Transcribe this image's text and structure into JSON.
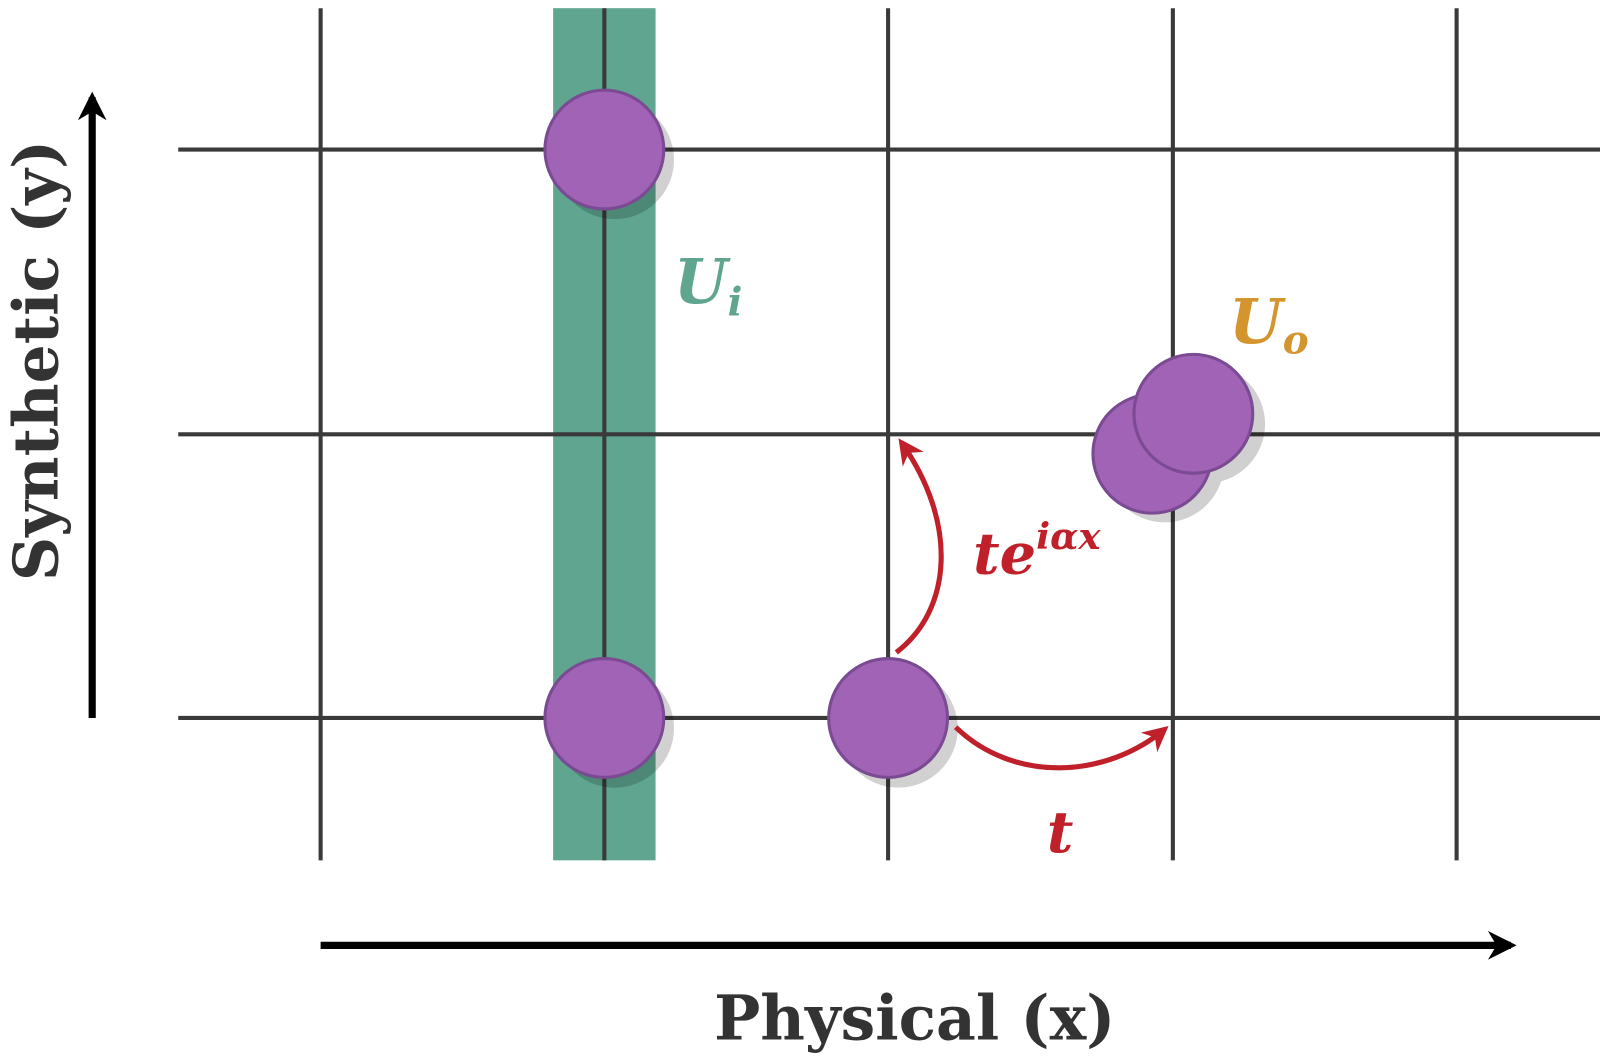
{
  "axes": {
    "x_label": "Physical (x)",
    "y_label": "Synthetic (y)"
  },
  "labels": {
    "input_site": "U",
    "input_sub": "i",
    "output_site": "U",
    "output_sub": "o",
    "hop_physical": "t",
    "hop_synthetic_base": "te",
    "hop_synthetic_exp": "iαx"
  },
  "colors": {
    "grid": "#3a3a3a",
    "band": "#5fa58f",
    "site": "#a163b5",
    "site_stroke": "#7a4a92",
    "hop": "#c0202a",
    "output_label": "#d4952e",
    "input_label": "#5fa58f"
  }
}
